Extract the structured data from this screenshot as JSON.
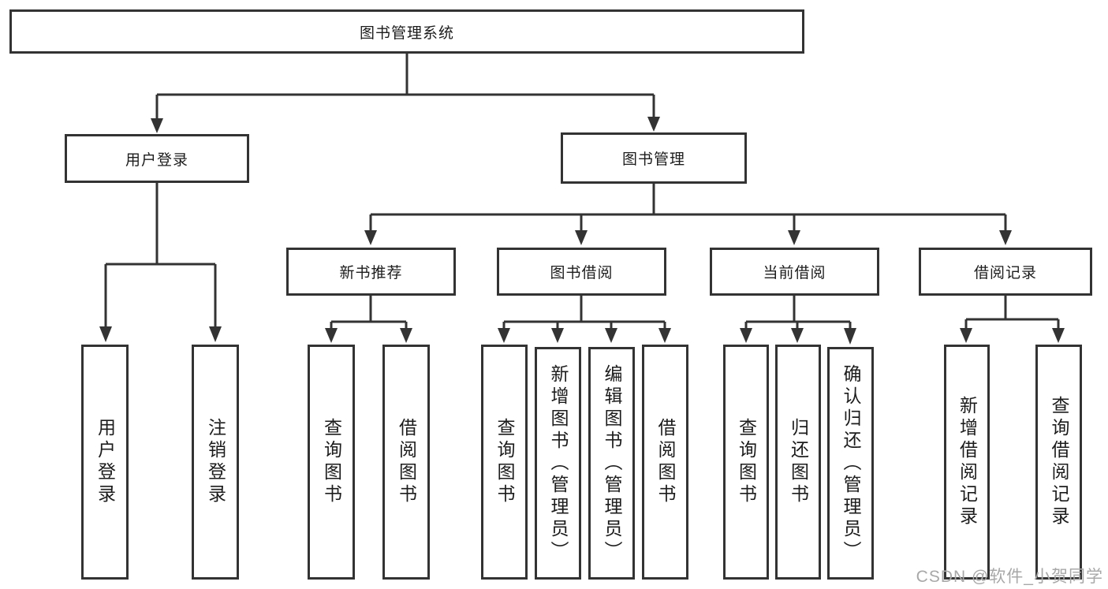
{
  "tree": {
    "root": "图书管理系统",
    "children": [
      {
        "label": "用户登录",
        "leaves": [
          "用户登录",
          "注销登录"
        ]
      },
      {
        "label": "图书管理",
        "children": [
          {
            "label": "新书推荐",
            "leaves": [
              "查询图书",
              "借阅图书"
            ]
          },
          {
            "label": "图书借阅",
            "leaves": [
              "查询图书",
              "新增图书（管理员）",
              "编辑图书（管理员）",
              "借阅图书"
            ]
          },
          {
            "label": "当前借阅",
            "leaves": [
              "查询图书",
              "归还图书",
              "确认归还（管理员）"
            ]
          },
          {
            "label": "借阅记录",
            "leaves": [
              "新增借阅记录",
              "查询借阅记录"
            ]
          }
        ]
      }
    ]
  },
  "watermark": {
    "text": "CSDN @软件_小贺同学"
  },
  "colors": {
    "line": "#333333",
    "text": "#1c1c1c",
    "background": "#ffffff",
    "watermark": "#a8a8a8"
  }
}
